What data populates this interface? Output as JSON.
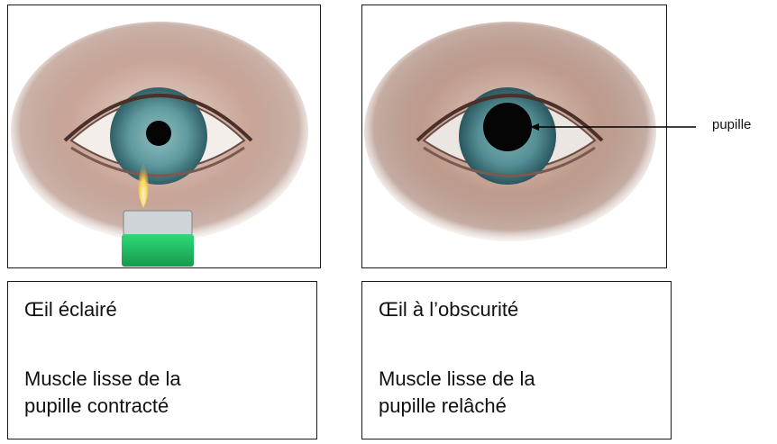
{
  "panels": [
    {
      "title": "Œil éclairé",
      "description_lines": [
        "Muscle lisse de la",
        "pupille contracté"
      ]
    },
    {
      "title": "Œil à l’obscurité",
      "description_lines": [
        "Muscle lisse de la",
        "pupille relâché"
      ]
    }
  ],
  "annotation": {
    "label": "pupille"
  },
  "colors": {
    "iris": "#5f9aa0",
    "iris_dark": "#2f5e66",
    "pupil": "#050505",
    "skin": "#c9a597",
    "lighter_body": "#2fc56a",
    "flame": "#f7d35a"
  }
}
